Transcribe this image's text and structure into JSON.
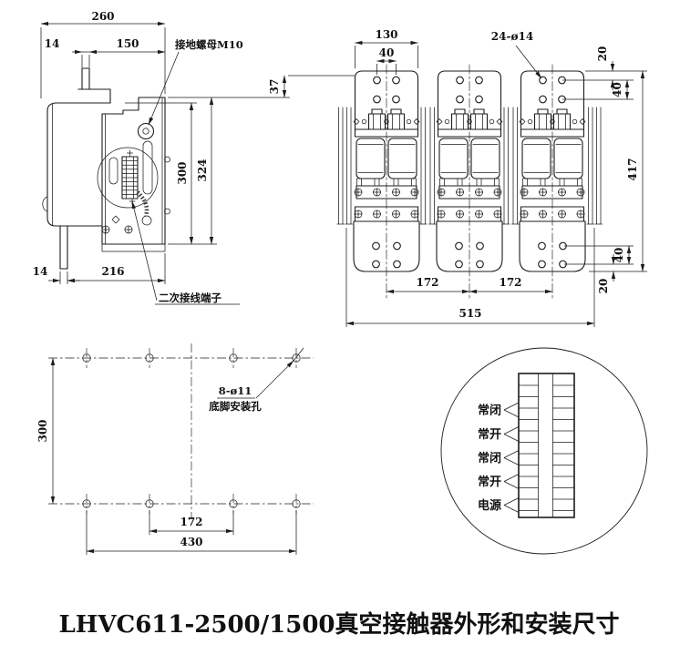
{
  "caption": "LHVC611-2500/1500真空接触器外形和安装尺寸",
  "side_view": {
    "dim_overall_width": "260",
    "dim_post_width": "14",
    "dim_post_to_edge": "150",
    "label_ground_nut": "接地螺母M10",
    "dim_gap_to_front": "37",
    "dim_plate_height_inner": "300",
    "dim_plate_height": "324",
    "dim_foot_width": "14",
    "dim_foot_to_edge": "216",
    "label_secondary_terminal": "二次接线端子"
  },
  "front_view": {
    "dim_terminal_plate_width": "130",
    "dim_hole_pitch": "40",
    "label_holes": "24-ø14",
    "dim_edge_to_hole_top": "20",
    "dim_hole_rows_top": "40",
    "dim_overall_height": "417",
    "dim_pole_pitch_left": "172",
    "dim_pole_pitch_right": "172",
    "dim_overall_width": "515",
    "dim_hole_rows_bottom": "40",
    "dim_edge_to_hole_bottom": "20"
  },
  "mounting_view": {
    "dim_row_pitch": "300",
    "dim_center_hole_pitch": "172",
    "dim_overall_width": "430",
    "label_holes": "8-ø11",
    "label_holes_desc": "底脚安装孔"
  },
  "detail_view": {
    "labels": [
      "常闭",
      "常开",
      "常闭",
      "常开",
      "电源"
    ]
  }
}
